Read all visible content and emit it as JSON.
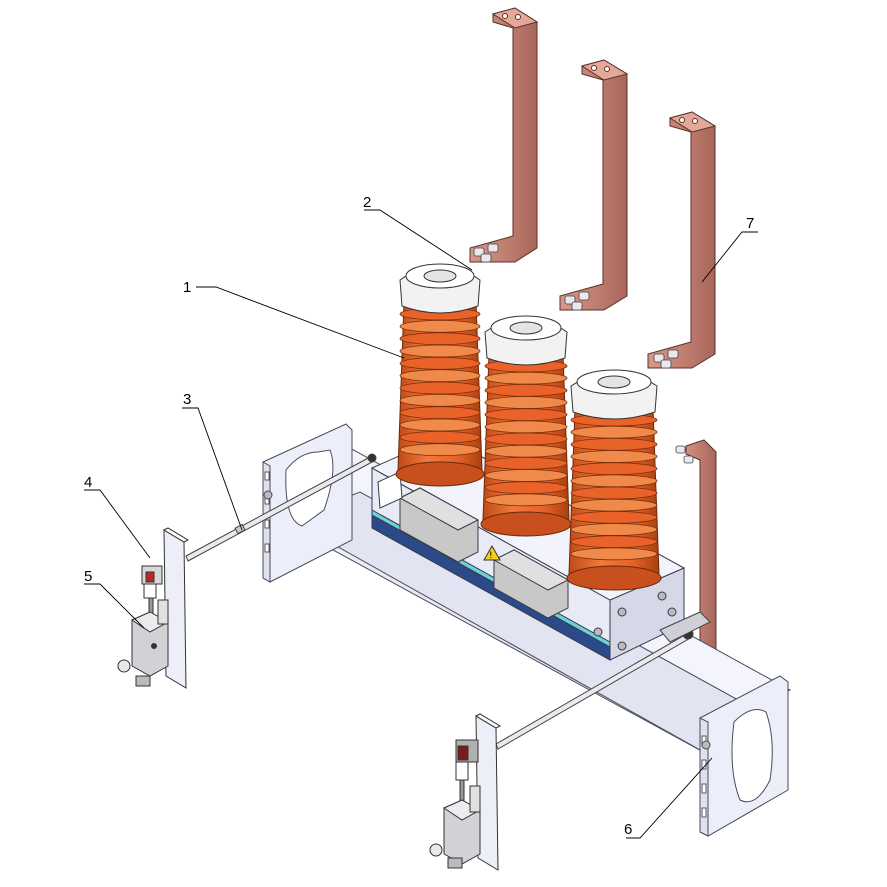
{
  "callouts": [
    {
      "id": "1",
      "label": "1"
    },
    {
      "id": "2",
      "label": "2"
    },
    {
      "id": "3",
      "label": "3"
    },
    {
      "id": "4",
      "label": "4"
    },
    {
      "id": "5",
      "label": "5"
    },
    {
      "id": "6",
      "label": "6"
    },
    {
      "id": "7",
      "label": "7"
    }
  ],
  "colors": {
    "insulator": "#e8622a",
    "insulator_dark": "#b8461a",
    "cap": "#f2f2f2",
    "busbar": "#c98a7c",
    "busbar_dark": "#9a5a4e",
    "frame": "#e6e8f6",
    "frame_edge": "#5a5a6a",
    "strip_blue": "#2a4a8a",
    "strip_cyan": "#6ad2d8",
    "warning": "#f2d21a"
  }
}
